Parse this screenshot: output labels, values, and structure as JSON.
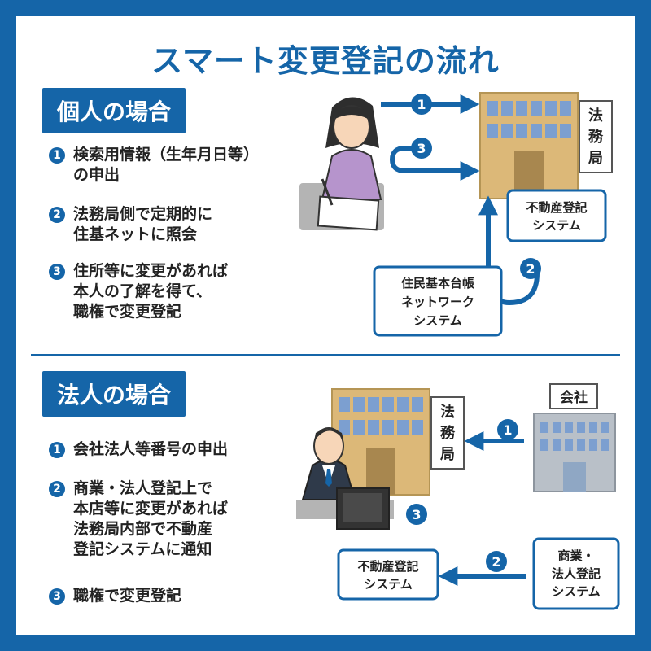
{
  "title": "スマート変更登記の流れ",
  "individual": {
    "label": "個人の場合",
    "steps": [
      {
        "num": "1",
        "text": "検索用情報（生年月日等）\nの申出"
      },
      {
        "num": "2",
        "text": "法務局側で定期的に\n住基ネットに照会"
      },
      {
        "num": "3",
        "text": "住所等に変更があれば\n本人の了解を得て、\n職権で変更登記"
      }
    ],
    "diagram": {
      "office_sign": [
        "法",
        "務",
        "局"
      ],
      "fudosan_box": [
        "不動産登記",
        "システム"
      ],
      "juki_box": [
        "住民基本台帳",
        "ネットワーク",
        "システム"
      ],
      "badges": [
        "1",
        "3",
        "2"
      ]
    }
  },
  "corporate": {
    "label": "法人の場合",
    "steps": [
      {
        "num": "1",
        "text": "会社法人等番号の申出"
      },
      {
        "num": "2",
        "text": "商業・法人登記上で\n本店等に変更があれば\n法務局内部で不動産\n登記システムに通知"
      },
      {
        "num": "3",
        "text": "職権で変更登記"
      }
    ],
    "diagram": {
      "office_sign": [
        "法",
        "務",
        "局"
      ],
      "company_sign": "会社",
      "fudosan_box": [
        "不動産登記",
        "システム"
      ],
      "shogyo_box": [
        "商業・",
        "法人登記",
        "システム"
      ],
      "badges": [
        "1",
        "3",
        "2"
      ]
    }
  },
  "colors": {
    "accent": "#1565a8",
    "building": "#dcb878",
    "window": "#7c9fd0",
    "gray_building": "#b9c0c8"
  }
}
